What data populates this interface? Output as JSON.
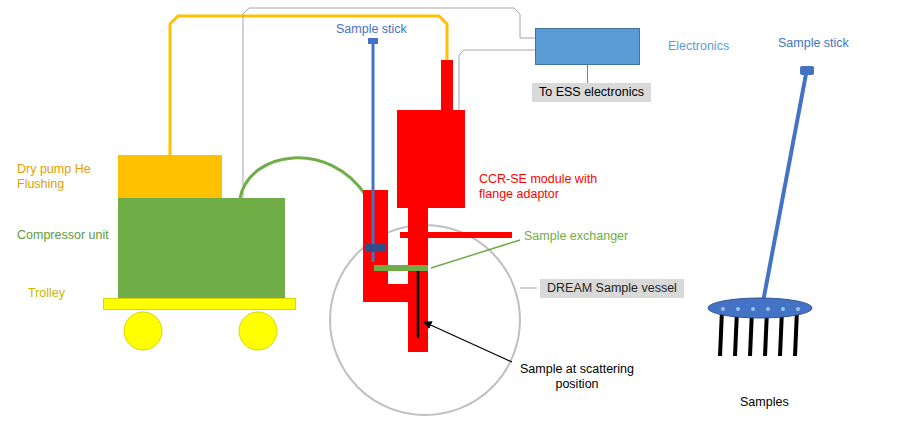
{
  "diagram": {
    "nodes": [
      {
        "text": [
          "Dry pump He Flushing"
        ]
      },
      {
        "text": [
          "Compressor unit"
        ]
      },
      {
        "text": [
          "Trolley"
        ]
      },
      {
        "text": [
          "CCR-SE module with flange adaptor"
        ]
      },
      {
        "text": [
          "Electronics"
        ]
      },
      {
        "text": [
          "To ESS electronics"
        ]
      },
      {
        "text": [
          "DREAM Sample vessel"
        ]
      }
    ],
    "edges": [
      {
        "from": 0,
        "to": 3,
        "arrow": "none"
      },
      {
        "from": 1,
        "to": 4,
        "arrow": "none"
      },
      {
        "from": 3,
        "to": 4,
        "arrow": "none"
      },
      {
        "from": 4,
        "to": 5,
        "arrow": "none"
      }
    ],
    "labels": [
      "Sample stick",
      "Sample exchanger",
      "Sample at scattering position",
      "Sample stick",
      "Samples"
    ]
  }
}
